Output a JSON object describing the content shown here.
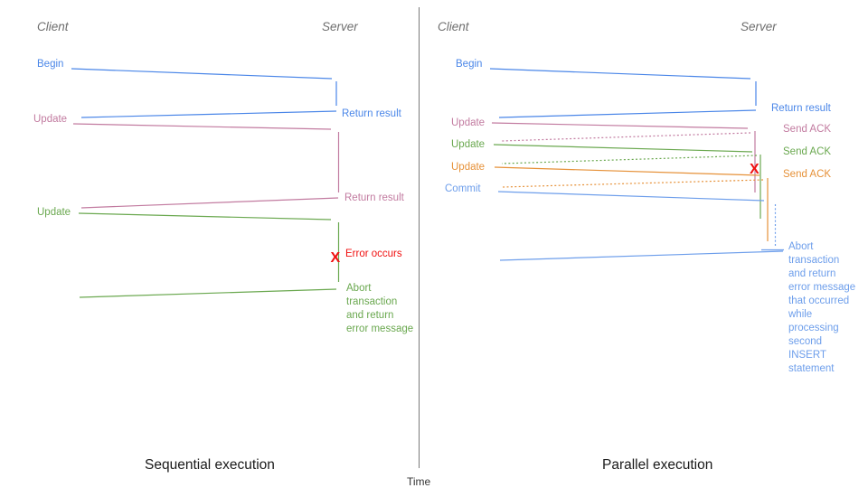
{
  "palette": {
    "blue": "#4a86e8",
    "light_blue": "#6d9eeb",
    "pink": "#c27ba0",
    "green": "#6aa84f",
    "orange": "#e69138",
    "red": "#f01010",
    "gray": "#7a7a7a"
  },
  "time_axis": {
    "label": "Time"
  },
  "left_panel": {
    "client_header": "Client",
    "server_header": "Server",
    "labels": {
      "begin": "Begin",
      "return_result_1": "Return result",
      "update_1": "Update",
      "return_result_2": "Return result",
      "update_2": "Update",
      "error_mark": "X",
      "error_label": "Error occurs"
    },
    "abort_lines": [
      "Abort",
      "transaction",
      "and return",
      "error message"
    ],
    "caption": "Sequential execution"
  },
  "right_panel": {
    "client_header": "Client",
    "server_header": "Server",
    "labels": {
      "begin": "Begin",
      "return_result": "Return result",
      "update_1": "Update",
      "send_ack_1": "Send ACK",
      "update_2": "Update",
      "send_ack_2": "Send ACK",
      "update_3": "Update",
      "send_ack_3": "Send ACK",
      "commit": "Commit",
      "error_mark": "X"
    },
    "abort_lines": [
      "Abort",
      "transaction",
      "and return",
      "error message",
      "that occurred",
      "while",
      "processing",
      "second",
      "INSERT",
      "statement"
    ],
    "caption": "Parallel execution"
  }
}
